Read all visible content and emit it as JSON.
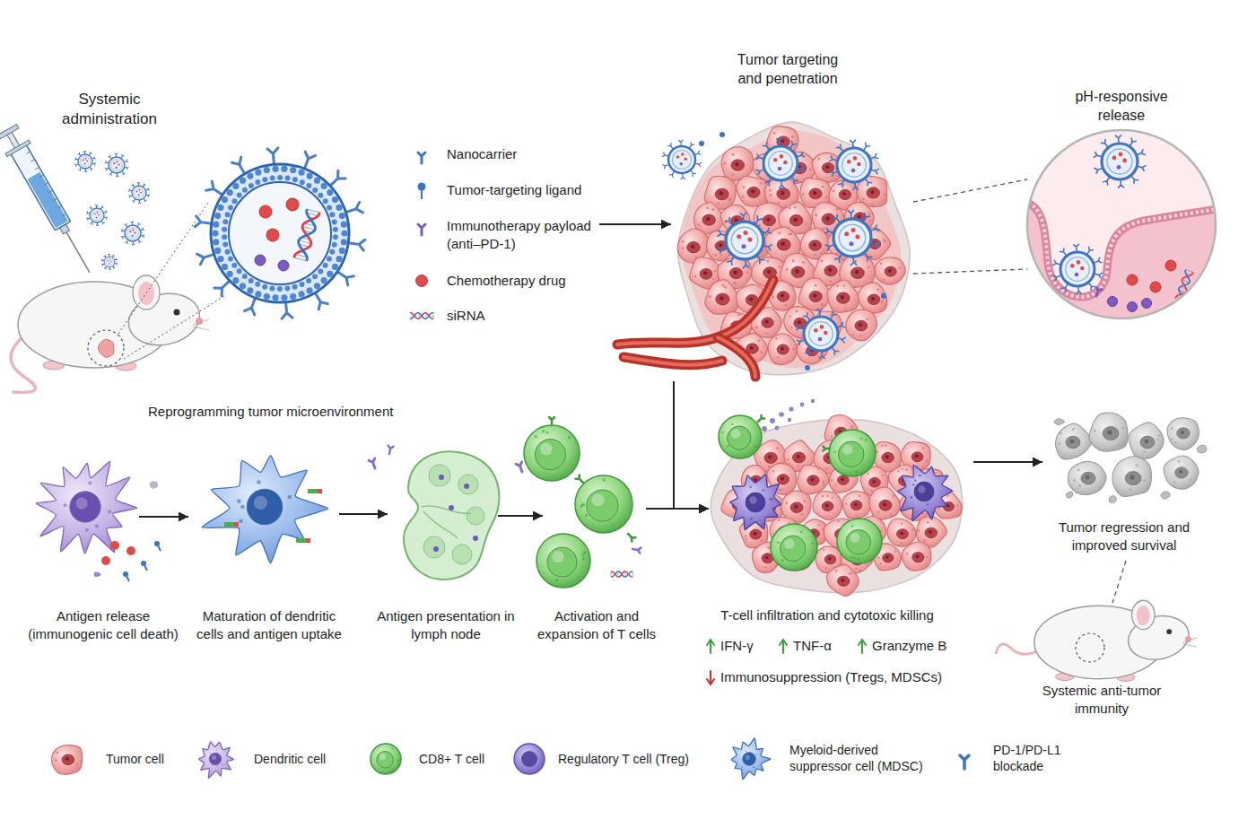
{
  "diagram": {
    "nodes": [
      {
        "text": [
          "Systemic administration"
        ]
      },
      {
        "text": [
          "Tumor targeting and penetration"
        ]
      },
      {
        "text": [
          "pH-responsive release"
        ]
      },
      {
        "text": [
          "Antigen release (immunogenic cell death)"
        ]
      },
      {
        "text": [
          "Maturation of dendritic cells and antigen uptake"
        ]
      },
      {
        "text": [
          "Antigen presentation in lymph node"
        ]
      },
      {
        "text": [
          "Activation and expansion of T cells"
        ]
      },
      {
        "text": [
          "T-cell infiltration and cytotoxic killing"
        ]
      },
      {
        "text": [
          "Tumor regression and improved survival"
        ]
      },
      {
        "text": [
          "Systemic anti-tumor immunity"
        ]
      }
    ],
    "edges": [
      {
        "from": 0,
        "to": 1,
        "arrow": "to"
      },
      {
        "from": 1,
        "to": 2,
        "arrow": "none"
      },
      {
        "from": 1,
        "to": 2,
        "arrow": "none"
      },
      {
        "from": 1,
        "to": 7,
        "arrow": "to"
      },
      {
        "from": 3,
        "to": 4,
        "arrow": "to"
      },
      {
        "from": 4,
        "to": 5,
        "arrow": "to"
      },
      {
        "from": 5,
        "to": 6,
        "arrow": "to"
      },
      {
        "from": 6,
        "to": 7,
        "arrow": "to"
      },
      {
        "from": 7,
        "to": 8,
        "arrow": "to"
      },
      {
        "from": 8,
        "to": 9,
        "arrow": "none"
      }
    ],
    "labels": [
      "Reprogramming tumor microenvironment",
      "IFN-γ",
      "TNF-α",
      "Granzyme B",
      "Immunosuppression (Tregs, MDSCs)"
    ],
    "legend": [
      {
        "text": "Nanocarrier"
      },
      {
        "text": "Tumor-targeting ligand"
      },
      {
        "text": "Immunotherapy payload (anti–PD-1)"
      },
      {
        "text": "Chemotherapy drug",
        "color": "#e04a4a"
      },
      {
        "text": "siRNA"
      },
      {
        "text": "Tumor cell"
      },
      {
        "text": "Dendritic cell"
      },
      {
        "text": "CD8+ T cell"
      },
      {
        "text": "Regulatory T cell (Treg)"
      },
      {
        "text": "Myeloid-derived suppressor cell (MDSC)"
      },
      {
        "text": "PD-1/PD-L1 blockade"
      }
    ]
  }
}
